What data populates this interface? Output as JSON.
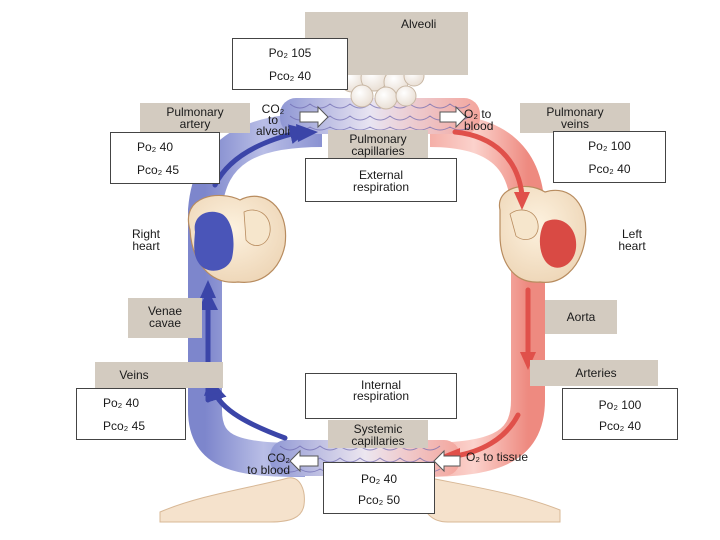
{
  "labels": {
    "alveoli": "Alveoli",
    "pulmonary_artery": "Pulmonary\nartery",
    "pulmonary_veins": "Pulmonary\nveins",
    "co2_to_alveoli": "CO₂\nto\nalveoli",
    "o2_to_blood": "O₂ to\nblood",
    "pulmonary_capillaries": "Pulmonary\ncapillaries",
    "external_respiration": "External\nrespiration",
    "right_heart": "Right\nheart",
    "left_heart": "Left\nheart",
    "venae_cavae": "Venae\ncavae",
    "aorta": "Aorta",
    "veins": "Veins",
    "arteries": "Arteries",
    "internal_respiration": "Internal\nrespiration",
    "systemic_capillaries": "Systemic\ncapillaries",
    "co2_to_blood": "CO₂\nto blood",
    "o2_to_tissue": "O₂ to tissue"
  },
  "values": {
    "alveoli": {
      "po2": "Po₂ 105",
      "pco2": "Pco₂ 40"
    },
    "pulmonary_artery": {
      "po2": "Po₂ 40",
      "pco2": "Pco₂ 45"
    },
    "pulmonary_veins": {
      "po2": "Po₂ 100",
      "pco2": "Pco₂ 40"
    },
    "veins": {
      "po2": "Po₂ 40",
      "pco2": "Pco₂ 45"
    },
    "arteries": {
      "po2": "Po₂ 100",
      "pco2": "Pco₂ 40"
    },
    "systemic_capillaries": {
      "po2": "Po₂ 40",
      "pco2": "Pco₂ 50"
    }
  },
  "colors": {
    "deoxygenated": "#4a55b8",
    "deoxygenated_light": "#aab0dc",
    "oxygenated": "#e0504a",
    "oxygenated_light": "#f4b5ae",
    "label_tan": "#d3cbc0"
  }
}
